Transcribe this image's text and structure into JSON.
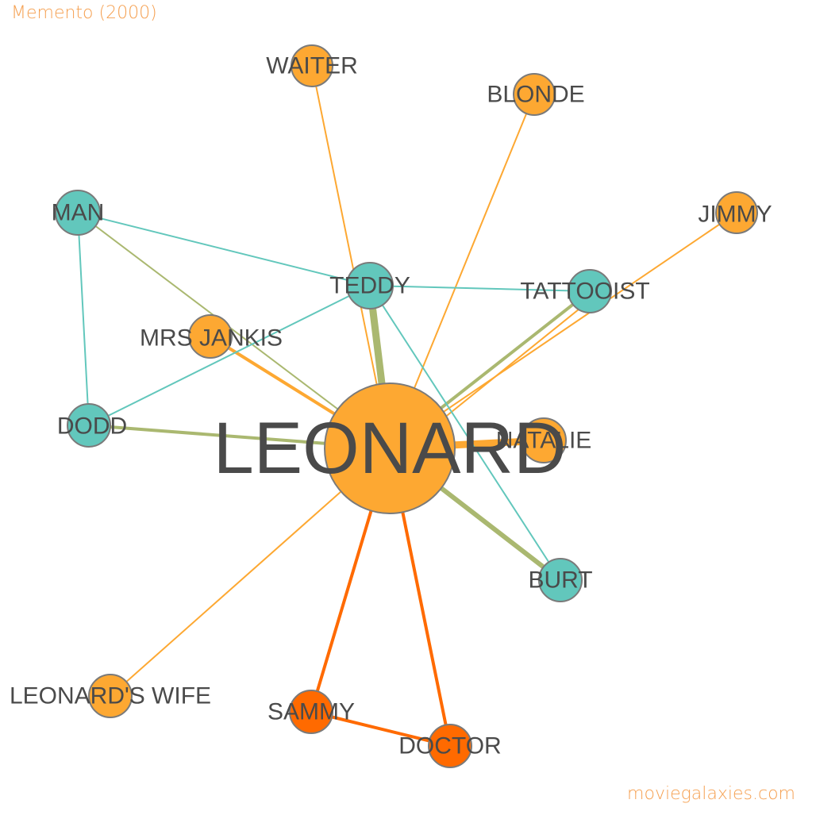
{
  "header": {
    "title": "Memento (2000)"
  },
  "footer": {
    "credit": "moviegalaxies.com"
  },
  "colors": {
    "orange": "#fda832",
    "dark_orange": "#ff6a00",
    "teal": "#62c7bc",
    "olive_edge": "#aab870",
    "node_stroke": "#7a7a7a",
    "label": "#4a4a4a"
  },
  "nodes": [
    {
      "id": "leonard",
      "label": "LEONARD",
      "color": "orange"
    },
    {
      "id": "teddy",
      "label": "TEDDY",
      "color": "teal"
    },
    {
      "id": "natalie",
      "label": "NATALIE",
      "color": "orange"
    },
    {
      "id": "waiter",
      "label": "WAITER",
      "color": "orange"
    },
    {
      "id": "blonde",
      "label": "BLONDE",
      "color": "orange"
    },
    {
      "id": "man",
      "label": "MAN",
      "color": "teal"
    },
    {
      "id": "jimmy",
      "label": "JIMMY",
      "color": "orange"
    },
    {
      "id": "tattooist",
      "label": "TATTOOIST",
      "color": "teal"
    },
    {
      "id": "mrs_jankis",
      "label": "MRS JANKIS",
      "color": "orange"
    },
    {
      "id": "dodd",
      "label": "DODD",
      "color": "teal"
    },
    {
      "id": "burt",
      "label": "BURT",
      "color": "teal"
    },
    {
      "id": "leonards_wife",
      "label": "LEONARD'S WIFE",
      "color": "orange"
    },
    {
      "id": "sammy",
      "label": "SAMMY",
      "color": "dark_orange"
    },
    {
      "id": "doctor",
      "label": "DOCTOR",
      "color": "dark_orange"
    }
  ],
  "edges": [
    {
      "source": "leonard",
      "target": "teddy",
      "color": "olive_edge",
      "weight": 9
    },
    {
      "source": "leonard",
      "target": "natalie",
      "color": "orange",
      "weight": 9
    },
    {
      "source": "leonard",
      "target": "burt",
      "color": "olive_edge",
      "weight": 6
    },
    {
      "source": "leonard",
      "target": "tattooist",
      "color": "olive_edge",
      "weight": 4
    },
    {
      "source": "leonard",
      "target": "dodd",
      "color": "olive_edge",
      "weight": 4
    },
    {
      "source": "leonard",
      "target": "mrs_jankis",
      "color": "orange",
      "weight": 4
    },
    {
      "source": "leonard",
      "target": "sammy",
      "color": "dark_orange",
      "weight": 4
    },
    {
      "source": "leonard",
      "target": "doctor",
      "color": "dark_orange",
      "weight": 4
    },
    {
      "source": "leonard",
      "target": "waiter",
      "color": "orange",
      "weight": 2
    },
    {
      "source": "leonard",
      "target": "blonde",
      "color": "orange",
      "weight": 2
    },
    {
      "source": "leonard",
      "target": "jimmy",
      "color": "orange",
      "weight": 2
    },
    {
      "source": "leonard",
      "target": "leonards_wife",
      "color": "orange",
      "weight": 2
    },
    {
      "source": "leonard",
      "target": "man",
      "color": "olive_edge",
      "weight": 2
    },
    {
      "source": "leonard",
      "target": "tattooist_2",
      "color": "orange",
      "weight": 2
    },
    {
      "source": "teddy",
      "target": "man",
      "color": "teal",
      "weight": 2
    },
    {
      "source": "teddy",
      "target": "tattooist",
      "color": "teal",
      "weight": 2
    },
    {
      "source": "teddy",
      "target": "dodd",
      "color": "teal",
      "weight": 2
    },
    {
      "source": "teddy",
      "target": "burt",
      "color": "teal",
      "weight": 2
    },
    {
      "source": "man",
      "target": "dodd",
      "color": "teal",
      "weight": 2
    },
    {
      "source": "sammy",
      "target": "doctor",
      "color": "dark_orange",
      "weight": 4
    }
  ]
}
